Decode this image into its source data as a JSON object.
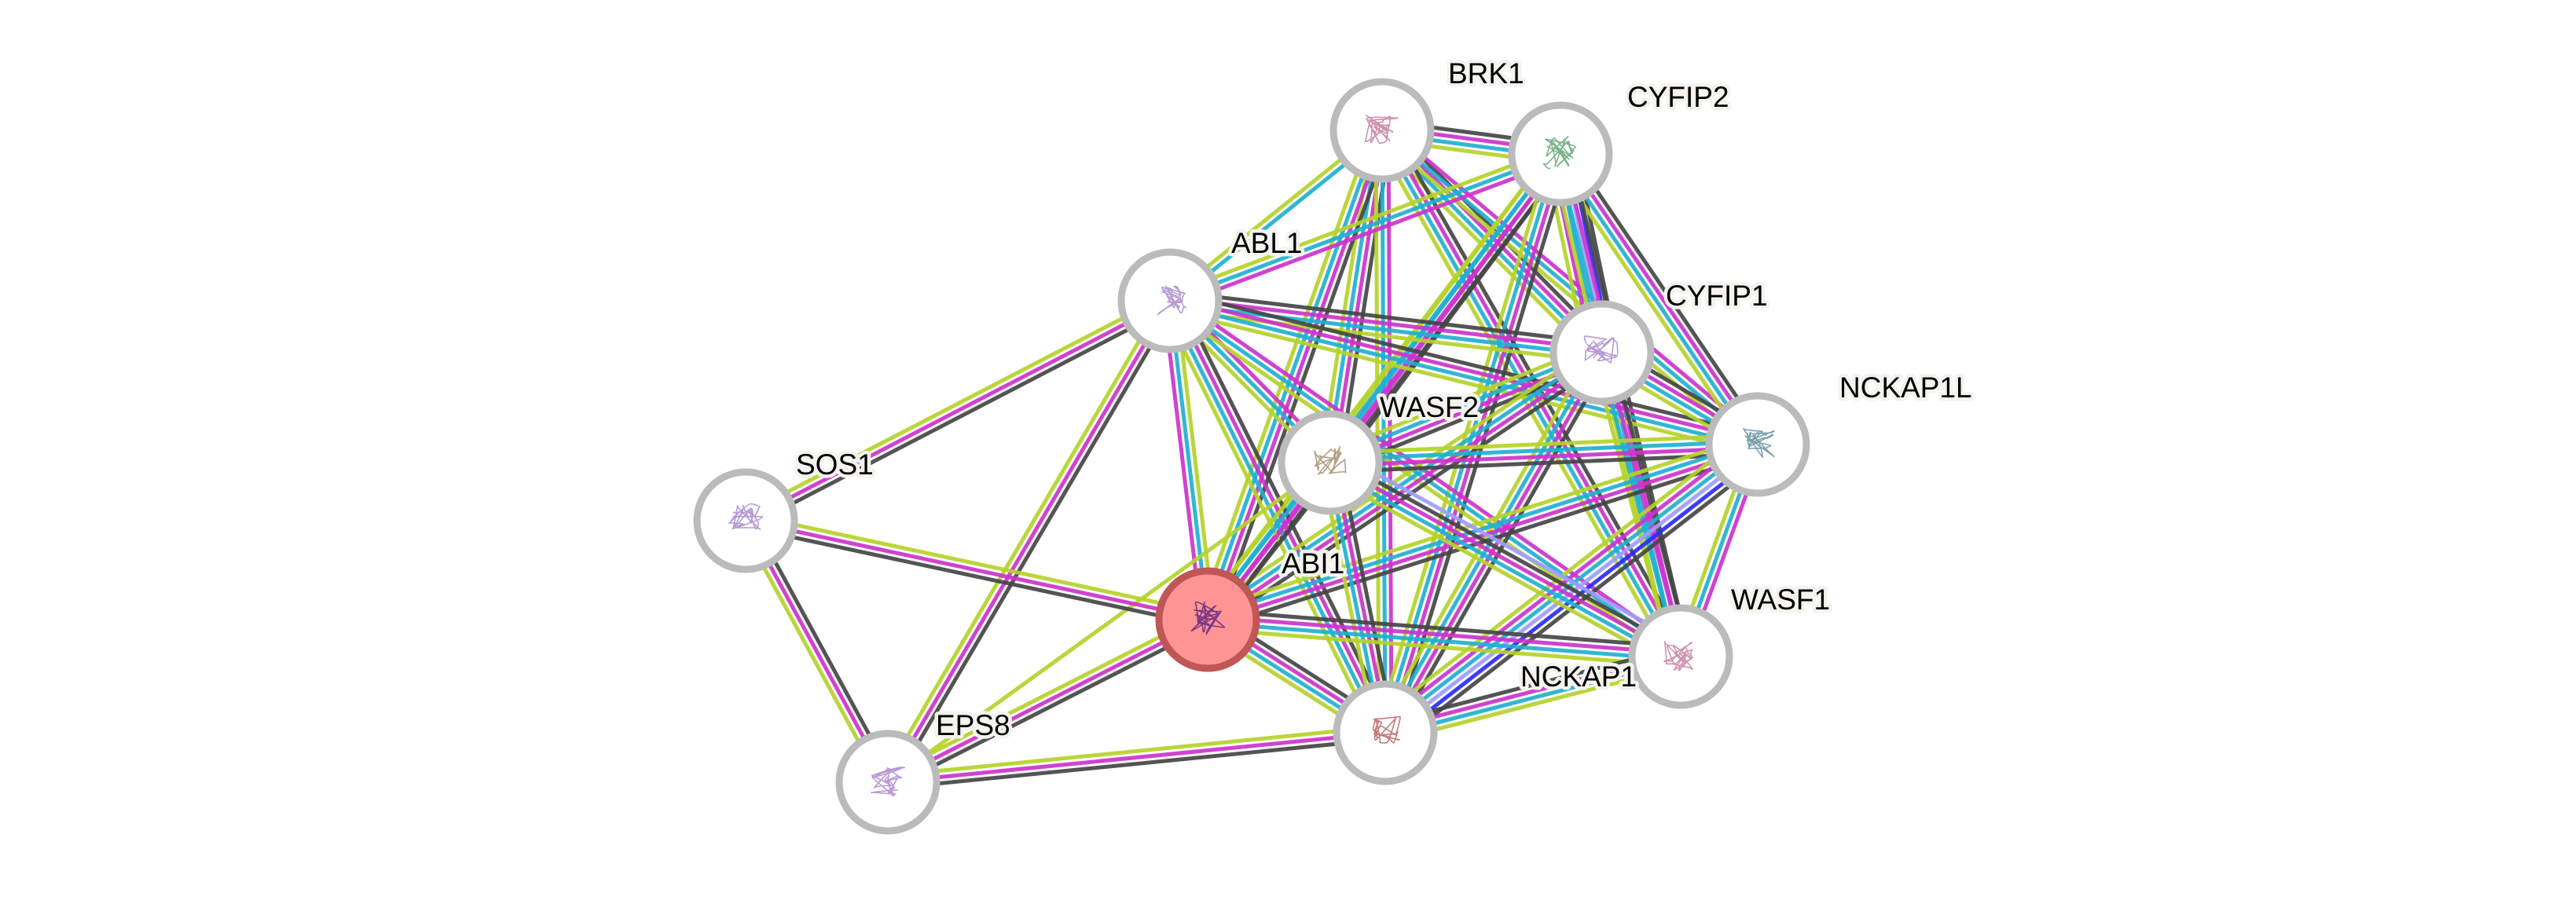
{
  "title": "STRING protein interaction network",
  "query_protein": "ABI1",
  "colors": {
    "curated_databases": "#1fb0d0",
    "experimentally_determined": "#cc33cc",
    "textmining": "#b4d22a",
    "coexpression": "#454545",
    "gene_cooccurrence": "#2b2bf5",
    "protein_homology": "#9d9dff",
    "node_ring": "#bbbbbb",
    "query_fill": "#ff9494",
    "query_ring": "#c05656"
  },
  "nodes": [
    {
      "id": "BRK1",
      "label": "BRK1",
      "query": false,
      "structure_icon": "protein-structure-icon",
      "tint": "#c0789a"
    },
    {
      "id": "CYFIP2",
      "label": "CYFIP2",
      "query": false,
      "structure_icon": "protein-structure-icon",
      "tint": "#5aa070"
    },
    {
      "id": "ABL1",
      "label": "ABL1",
      "query": false,
      "structure_icon": "protein-structure-icon",
      "tint": "#a681cc"
    },
    {
      "id": "CYFIP1",
      "label": "CYFIP1",
      "query": false,
      "structure_icon": "protein-structure-icon",
      "tint": "#a681cc"
    },
    {
      "id": "NCKAP1L",
      "label": "NCKAP1L",
      "query": false,
      "structure_icon": "protein-structure-icon",
      "tint": "#5a8a9a"
    },
    {
      "id": "WASF2",
      "label": "WASF2",
      "query": false,
      "structure_icon": "protein-structure-icon",
      "tint": "#a08866"
    },
    {
      "id": "SOS1",
      "label": "SOS1",
      "query": false,
      "structure_icon": "protein-structure-icon",
      "tint": "#a681cc"
    },
    {
      "id": "ABI1",
      "label": "ABI1",
      "query": true,
      "structure_icon": "protein-structure-icon",
      "tint": "#5a2080"
    },
    {
      "id": "WASF1",
      "label": "WASF1",
      "query": false,
      "structure_icon": "protein-structure-icon",
      "tint": "#c0789a"
    },
    {
      "id": "NCKAP1",
      "label": "NCKAP1",
      "query": false,
      "structure_icon": "protein-structure-icon",
      "tint": "#b85a5a"
    },
    {
      "id": "EPS8",
      "label": "EPS8",
      "query": false,
      "structure_icon": "protein-structure-icon",
      "tint": "#a681cc"
    }
  ],
  "edges": [
    {
      "a": "BRK1",
      "b": "CYFIP2",
      "evidence": [
        "coexpression",
        "experimentally_determined",
        "curated_databases",
        "textmining"
      ]
    },
    {
      "a": "BRK1",
      "b": "ABL1",
      "evidence": [
        "curated_databases",
        "textmining"
      ]
    },
    {
      "a": "BRK1",
      "b": "WASF2",
      "evidence": [
        "coexpression",
        "experimentally_determined",
        "curated_databases",
        "textmining"
      ]
    },
    {
      "a": "BRK1",
      "b": "ABI1",
      "evidence": [
        "coexpression",
        "experimentally_determined",
        "curated_databases",
        "textmining"
      ]
    },
    {
      "a": "BRK1",
      "b": "CYFIP1",
      "evidence": [
        "coexpression",
        "experimentally_determined",
        "curated_databases",
        "textmining"
      ]
    },
    {
      "a": "BRK1",
      "b": "NCKAP1",
      "evidence": [
        "experimentally_determined",
        "curated_databases",
        "textmining"
      ]
    },
    {
      "a": "BRK1",
      "b": "NCKAP1L",
      "evidence": [
        "experimentally_determined",
        "curated_databases",
        "textmining"
      ]
    },
    {
      "a": "BRK1",
      "b": "WASF1",
      "evidence": [
        "coexpression",
        "experimentally_determined",
        "curated_databases",
        "textmining"
      ]
    },
    {
      "a": "CYFIP2",
      "b": "ABL1",
      "evidence": [
        "experimentally_determined",
        "curated_databases",
        "textmining"
      ]
    },
    {
      "a": "CYFIP2",
      "b": "CYFIP1",
      "evidence": [
        "coexpression",
        "gene_cooccurrence",
        "protein_homology",
        "curated_databases",
        "experimentally_determined",
        "textmining"
      ]
    },
    {
      "a": "CYFIP2",
      "b": "NCKAP1L",
      "evidence": [
        "coexpression",
        "experimentally_determined",
        "curated_databases",
        "textmining"
      ]
    },
    {
      "a": "CYFIP2",
      "b": "WASF2",
      "evidence": [
        "coexpression",
        "experimentally_determined",
        "curated_databases",
        "textmining"
      ]
    },
    {
      "a": "CYFIP2",
      "b": "ABI1",
      "evidence": [
        "coexpression",
        "experimentally_determined",
        "curated_databases",
        "textmining"
      ]
    },
    {
      "a": "CYFIP2",
      "b": "NCKAP1",
      "evidence": [
        "coexpression",
        "experimentally_determined",
        "curated_databases",
        "textmining"
      ]
    },
    {
      "a": "CYFIP2",
      "b": "WASF1",
      "evidence": [
        "coexpression",
        "experimentally_determined",
        "curated_databases",
        "textmining"
      ]
    },
    {
      "a": "ABL1",
      "b": "CYFIP1",
      "evidence": [
        "coexpression",
        "experimentally_determined",
        "curated_databases",
        "textmining"
      ]
    },
    {
      "a": "ABL1",
      "b": "NCKAP1L",
      "evidence": [
        "coexpression",
        "experimentally_determined",
        "curated_databases",
        "textmining"
      ]
    },
    {
      "a": "ABL1",
      "b": "WASF2",
      "evidence": [
        "experimentally_determined",
        "curated_databases",
        "textmining"
      ]
    },
    {
      "a": "ABL1",
      "b": "ABI1",
      "evidence": [
        "textmining",
        "curated_databases",
        "experimentally_determined"
      ]
    },
    {
      "a": "ABL1",
      "b": "NCKAP1",
      "evidence": [
        "coexpression",
        "experimentally_determined",
        "curated_databases",
        "textmining"
      ]
    },
    {
      "a": "ABL1",
      "b": "WASF1",
      "evidence": [
        "experimentally_determined",
        "curated_databases",
        "textmining"
      ]
    },
    {
      "a": "ABL1",
      "b": "SOS1",
      "evidence": [
        "coexpression",
        "experimentally_determined",
        "textmining"
      ]
    },
    {
      "a": "ABL1",
      "b": "EPS8",
      "evidence": [
        "coexpression",
        "experimentally_determined",
        "textmining"
      ]
    },
    {
      "a": "CYFIP1",
      "b": "NCKAP1L",
      "evidence": [
        "coexpression",
        "experimentally_determined",
        "curated_databases",
        "textmining"
      ]
    },
    {
      "a": "CYFIP1",
      "b": "WASF2",
      "evidence": [
        "coexpression",
        "experimentally_determined",
        "curated_databases",
        "textmining"
      ]
    },
    {
      "a": "CYFIP1",
      "b": "ABI1",
      "evidence": [
        "coexpression",
        "experimentally_determined",
        "curated_databases",
        "textmining"
      ]
    },
    {
      "a": "CYFIP1",
      "b": "NCKAP1",
      "evidence": [
        "coexpression",
        "experimentally_determined",
        "curated_databases",
        "textmining"
      ]
    },
    {
      "a": "CYFIP1",
      "b": "WASF1",
      "evidence": [
        "coexpression",
        "experimentally_determined",
        "curated_databases",
        "textmining"
      ]
    },
    {
      "a": "NCKAP1L",
      "b": "WASF2",
      "evidence": [
        "coexpression",
        "experimentally_determined",
        "curated_databases",
        "textmining"
      ]
    },
    {
      "a": "NCKAP1L",
      "b": "ABI1",
      "evidence": [
        "coexpression",
        "experimentally_determined",
        "curated_databases",
        "textmining"
      ]
    },
    {
      "a": "NCKAP1L",
      "b": "NCKAP1",
      "evidence": [
        "coexpression",
        "gene_cooccurrence",
        "protein_homology",
        "curated_databases",
        "experimentally_determined",
        "textmining"
      ]
    },
    {
      "a": "NCKAP1L",
      "b": "WASF1",
      "evidence": [
        "experimentally_determined",
        "curated_databases",
        "textmining"
      ]
    },
    {
      "a": "WASF2",
      "b": "ABI1",
      "evidence": [
        "coexpression",
        "experimentally_determined",
        "curated_databases",
        "textmining"
      ]
    },
    {
      "a": "WASF2",
      "b": "NCKAP1",
      "evidence": [
        "coexpression",
        "experimentally_determined",
        "curated_databases",
        "textmining"
      ]
    },
    {
      "a": "WASF2",
      "b": "WASF1",
      "evidence": [
        "protein_homology",
        "coexpression",
        "experimentally_determined",
        "curated_databases",
        "textmining"
      ]
    },
    {
      "a": "WASF2",
      "b": "EPS8",
      "evidence": [
        "textmining"
      ]
    },
    {
      "a": "ABI1",
      "b": "NCKAP1",
      "evidence": [
        "coexpression",
        "experimentally_determined",
        "curated_databases",
        "textmining"
      ]
    },
    {
      "a": "ABI1",
      "b": "WASF1",
      "evidence": [
        "coexpression",
        "experimentally_determined",
        "curated_databases",
        "textmining"
      ]
    },
    {
      "a": "ABI1",
      "b": "SOS1",
      "evidence": [
        "coexpression",
        "experimentally_determined",
        "textmining"
      ]
    },
    {
      "a": "ABI1",
      "b": "EPS8",
      "evidence": [
        "coexpression",
        "experimentally_determined",
        "textmining"
      ]
    },
    {
      "a": "NCKAP1",
      "b": "WASF1",
      "evidence": [
        "coexpression",
        "experimentally_determined",
        "curated_databases",
        "textmining"
      ]
    },
    {
      "a": "NCKAP1",
      "b": "EPS8",
      "evidence": [
        "coexpression",
        "experimentally_determined",
        "textmining"
      ]
    },
    {
      "a": "SOS1",
      "b": "EPS8",
      "evidence": [
        "coexpression",
        "experimentally_determined",
        "textmining"
      ]
    }
  ]
}
